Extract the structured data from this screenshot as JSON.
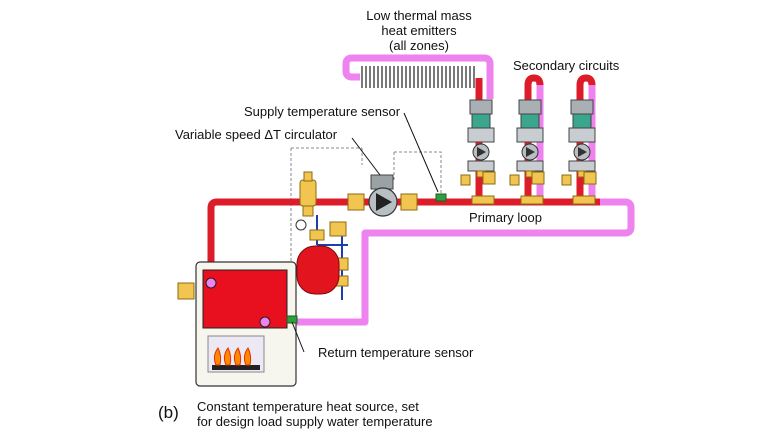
{
  "labels": {
    "emitters_line1": "Low thermal mass",
    "emitters_line2": "heat emitters",
    "emitters_line3": "(all zones)",
    "secondary": "Secondary circuits",
    "supply_sensor": "Supply temperature sensor",
    "circulator": "Variable speed ΔT circulator",
    "primary_loop": "Primary loop",
    "return_sensor": "Return temperature sensor",
    "figure_letter": "(b)",
    "caption_line1": "Constant temperature heat source, set",
    "caption_line2": "for design load supply water temperature"
  },
  "colors": {
    "supply_pipe": "#dd1c2a",
    "return_pipe": "#ee82ee",
    "brass": "#f2c450",
    "boiler_hot": "#e8101e",
    "boiler_cabinet": "#f6f6ee",
    "flame": "#ff8a00",
    "sensor": "#2e9e3e",
    "control_wire": "#8a8a8a",
    "valve_gray": "#a9b0b4",
    "valve_green": "#3aa68e",
    "tank": "#e2151f"
  },
  "icons": {
    "boiler": "boiler-icon",
    "burner_flames": "flame-icon",
    "circulator": "circulator-pump-icon",
    "expansion_tank": "expansion-tank-icon",
    "air_separator": "air-separator-icon",
    "heat_emitter": "baseboard-emitter-icon",
    "mixing_valve": "mixing-valve-icon",
    "sensor": "sensor-icon"
  }
}
